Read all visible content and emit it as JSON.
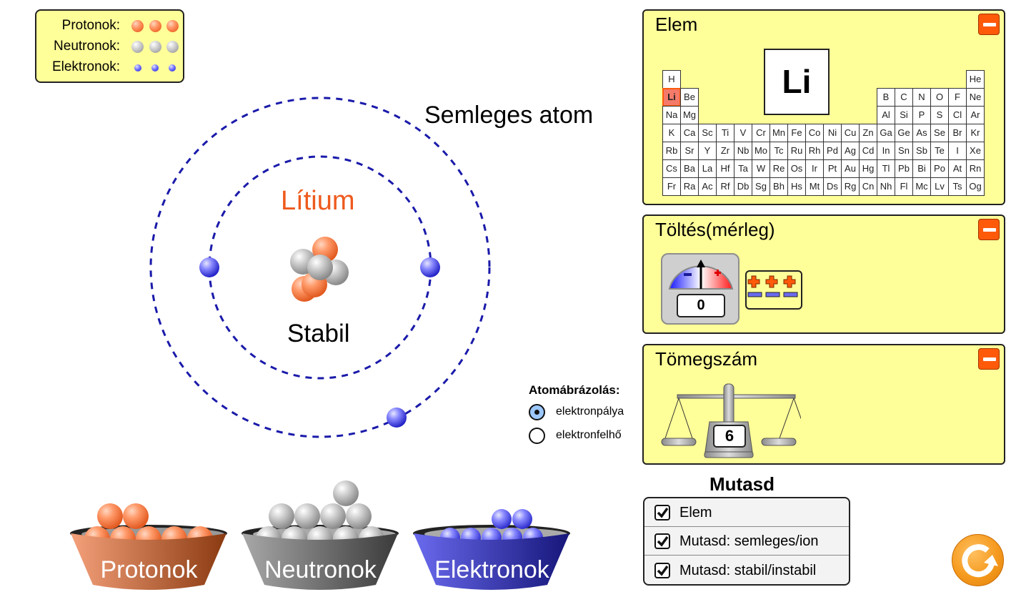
{
  "legend": {
    "rows": [
      {
        "label": "Protonok:",
        "particle": "proton"
      },
      {
        "label": "Neutronok:",
        "particle": "neutron"
      },
      {
        "label": "Elektronok:",
        "particle": "electron"
      }
    ]
  },
  "atom": {
    "element_name": "Lítium",
    "stability": "Stabil",
    "charge_state": "Semleges atom",
    "protons": 3,
    "neutrons": 3,
    "electrons": 3,
    "electron_shells": [
      2,
      1
    ]
  },
  "representation": {
    "title": "Atomábrázolás:",
    "options": [
      {
        "label": "elektronpálya",
        "selected": true
      },
      {
        "label": "elektronfelhő",
        "selected": false
      }
    ]
  },
  "panels": {
    "element": {
      "title": "Elem",
      "symbol": "Li",
      "selected": "Li",
      "table_rows": [
        [
          "H",
          "",
          "",
          "",
          "",
          "",
          "",
          "",
          "",
          "",
          "",
          "",
          "",
          "",
          "",
          "",
          "",
          "He"
        ],
        [
          "Li",
          "Be",
          "",
          "",
          "",
          "",
          "",
          "",
          "",
          "",
          "",
          "",
          "B",
          "C",
          "N",
          "O",
          "F",
          "Ne"
        ],
        [
          "Na",
          "Mg",
          "",
          "",
          "",
          "",
          "",
          "",
          "",
          "",
          "",
          "",
          "Al",
          "Si",
          "P",
          "S",
          "Cl",
          "Ar"
        ],
        [
          "K",
          "Ca",
          "Sc",
          "Ti",
          "V",
          "Cr",
          "Mn",
          "Fe",
          "Co",
          "Ni",
          "Cu",
          "Zn",
          "Ga",
          "Ge",
          "As",
          "Se",
          "Br",
          "Kr"
        ],
        [
          "Rb",
          "Sr",
          "Y",
          "Zr",
          "Nb",
          "Mo",
          "Tc",
          "Ru",
          "Rh",
          "Pd",
          "Ag",
          "Cd",
          "In",
          "Sn",
          "Sb",
          "Te",
          "I",
          "Xe"
        ],
        [
          "Cs",
          "Ba",
          "La",
          "Hf",
          "Ta",
          "W",
          "Re",
          "Os",
          "Ir",
          "Pt",
          "Au",
          "Hg",
          "Tl",
          "Pb",
          "Bi",
          "Po",
          "At",
          "Rn"
        ],
        [
          "Fr",
          "Ra",
          "Ac",
          "Rf",
          "Db",
          "Sg",
          "Bh",
          "Hs",
          "Mt",
          "Ds",
          "Rg",
          "Cn",
          "Nh",
          "Fl",
          "Mc",
          "Lv",
          "Ts",
          "Og"
        ]
      ]
    },
    "charge": {
      "title": "Töltés(mérleg)",
      "value": "0",
      "positive_count": 3,
      "negative_count": 3
    },
    "mass": {
      "title": "Tömegszám",
      "value": "6"
    }
  },
  "show": {
    "title": "Mutasd",
    "options": [
      {
        "label": "Elem",
        "checked": true
      },
      {
        "label": "Mutasd: semleges/ion",
        "checked": true
      },
      {
        "label": "Mutasd: stabil/instabil",
        "checked": true
      }
    ]
  },
  "buckets": [
    {
      "label": "Protonok",
      "particle": "proton",
      "count": 7
    },
    {
      "label": "Neutronok",
      "particle": "neutron",
      "count": 10
    },
    {
      "label": "Elektronok",
      "particle": "electron",
      "count": 7
    }
  ],
  "colors": {
    "panel_bg": "#ffff99",
    "accent_orange": "#ff5a0a",
    "element_name": "#ee5a1e",
    "orbit": "#1a1aaa"
  }
}
